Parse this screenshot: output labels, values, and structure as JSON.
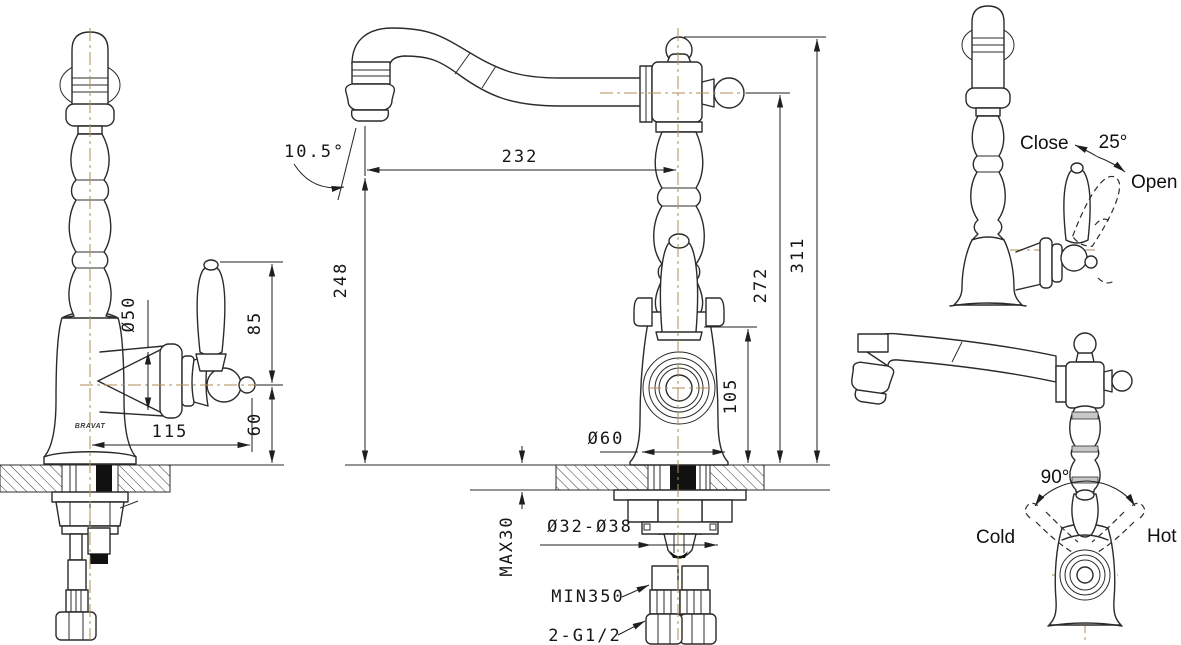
{
  "drawing": {
    "brand": "BRAVAT",
    "dimensions": {
      "escutcheon_diameter": "Ø50",
      "handle_height_above_pivot": "85",
      "pivot_height_above_deck": "60",
      "handle_side_reach": "115",
      "spout_tilt_angle": "10.5°",
      "spout_reach": "232",
      "spout_outlet_height": "248",
      "hub_height": "105",
      "side_knob_height": "272",
      "overall_height": "311",
      "base_diameter": "Ø60",
      "max_deck_thickness": "MAX30",
      "mounting_hole_range": "Ø32-Ø38",
      "min_hose_length": "MIN350",
      "supply_thread": "2-G1/2"
    },
    "handle_arc": {
      "close_label": "Close",
      "angle": "25°",
      "open_label": "Open"
    },
    "swivel_arc": {
      "angle": "90°",
      "cold_label": "Cold",
      "hot_label": "Hot"
    }
  }
}
